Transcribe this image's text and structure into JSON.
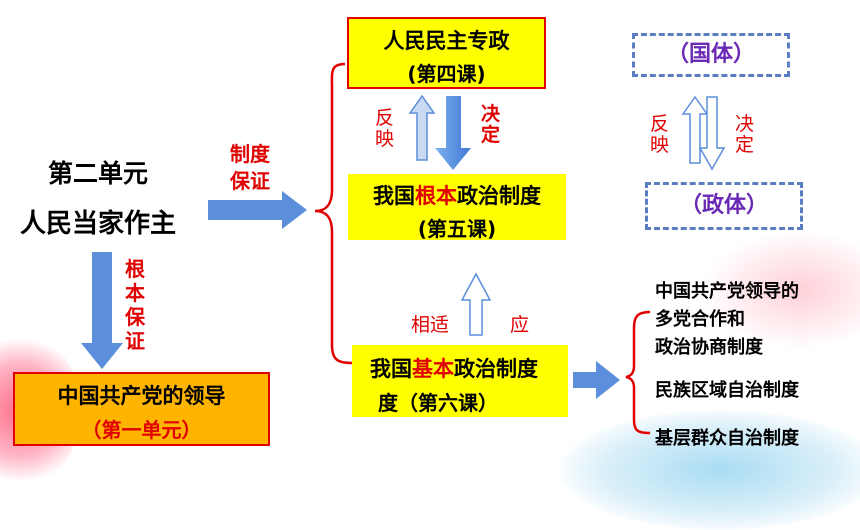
{
  "colors": {
    "yellow": "#ffff00",
    "orange": "#ffb400",
    "red": "#e10000",
    "arrow": "#5b8edb",
    "purple": "#6a2ab5",
    "dash": "#5b7ec2"
  },
  "unit": {
    "line1": "第二单元",
    "line2": "人民当家作主"
  },
  "label_zhidu": {
    "a": "制度",
    "b": "保证"
  },
  "label_genben": [
    "根",
    "本",
    "保",
    "证"
  ],
  "box_party": {
    "line1": "中国共产党的领导",
    "line2": "（第一单元）"
  },
  "box_dictatorship": {
    "line1": "人民民主专政",
    "line2": "(第四课)"
  },
  "box_fundamental": {
    "pre": "我国",
    "em": "根本",
    "post": "政治制度",
    "line2": "(第五课)"
  },
  "box_basic": {
    "pre": "我国",
    "em": "基本",
    "post": "政治制度",
    "line2": "度（第六课）"
  },
  "fanying_left": [
    "反",
    "映"
  ],
  "jueding_left": [
    "决",
    "定"
  ],
  "xiangshi": {
    "a": "相适",
    "b": "应"
  },
  "guoti": "（国体）",
  "zhengti": "（政体）",
  "fanying_right": [
    "反",
    "映"
  ],
  "jueding_right": [
    "决",
    "定"
  ],
  "basic_list": {
    "item1a": "中国共产党领导的",
    "item1b": "多党合作和",
    "item1c": "政治协商制度",
    "item2": "民族区域自治制度",
    "item3": "基层群众自治制度"
  }
}
